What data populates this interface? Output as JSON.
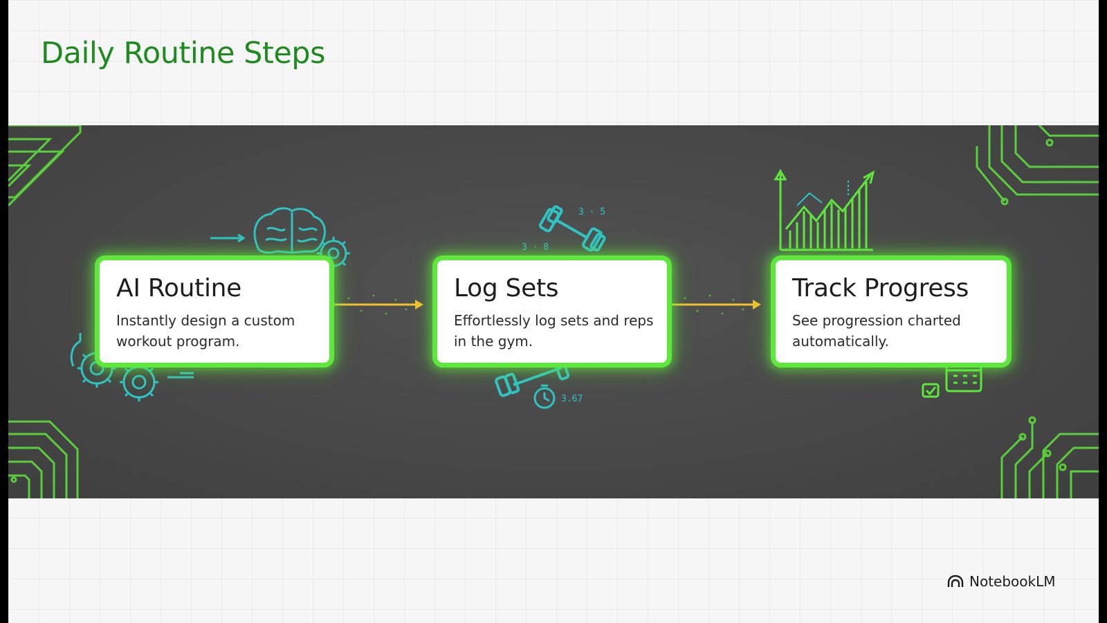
{
  "slide": {
    "title": "Daily Routine Steps"
  },
  "steps": [
    {
      "title": "AI Routine",
      "description": "Instantly design a custom workout program.",
      "icon": "brain-icon"
    },
    {
      "title": "Log Sets",
      "description": "Effortlessly log sets and reps in the gym.",
      "icon": "dumbbell-icon"
    },
    {
      "title": "Track Progress",
      "description": "See progression charted automatically.",
      "icon": "growth-chart-icon"
    }
  ],
  "annotations": {
    "sets_top": "3 · 5",
    "sets_left": "3 · 8",
    "timer": "3.67"
  },
  "brand": {
    "name": "NotebookLM",
    "icon": "notebooklm-logo-icon"
  },
  "colors": {
    "title": "#1f8a1f",
    "card_border": "#5fe83c",
    "arrow": "#f2c12e",
    "icon_teal": "#2fc4c4",
    "band": "#4a4a4a",
    "circuit": "#5fe83c"
  }
}
